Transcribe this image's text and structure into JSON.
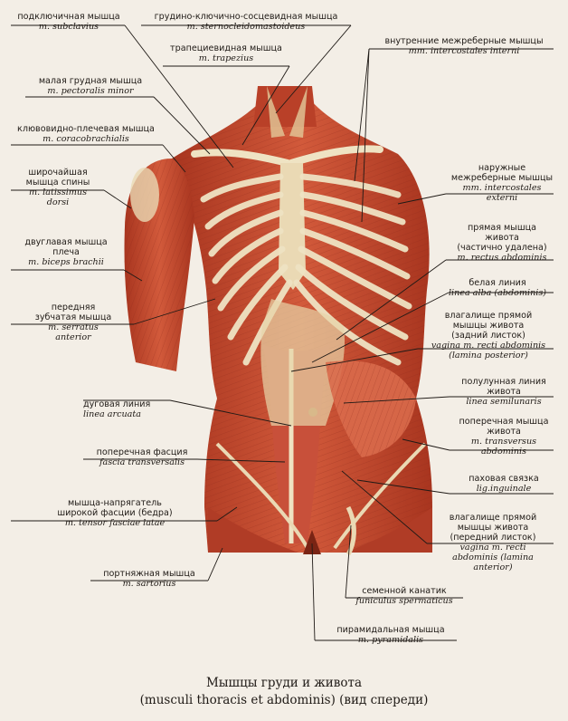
{
  "caption": {
    "line1": "Мышцы груди и живота",
    "line2": "(musculi thoracis et abdominis) (вид спереди)"
  },
  "labels": {
    "subclavius": {
      "ru": "подключичная мышца",
      "la": "m. subclavius"
    },
    "sternocleido": {
      "ru": "грудино-ключично-сосцевидная мышца",
      "la": "m. sternocleidomastoideus"
    },
    "trapezius": {
      "ru": "трапециевидная мышца",
      "la": "m. trapezius"
    },
    "pect_minor": {
      "ru": "малая грудная мышца",
      "la": "m. pectoralis minor"
    },
    "coracobrach": {
      "ru": "клювовидно-плечевая мышца",
      "la": "m. coracobrachialis"
    },
    "latissimus": {
      "ru1": "широчайшая",
      "ru2": "мышца спины",
      "la1": "m. latissimus",
      "la2": "dorsi"
    },
    "biceps": {
      "ru1": "двуглавая мышца",
      "ru2": "плеча",
      "la": "m. biceps brachii"
    },
    "serratus": {
      "ru1": "передняя",
      "ru2": "зубчатая мышца",
      "la1": "m. serratus",
      "la2": "anterior"
    },
    "arcuata": {
      "ru": "дуговая линия",
      "la": "linea arcuata"
    },
    "fascia": {
      "ru": "поперечная фасция",
      "la": "fascia transversalis"
    },
    "tensor": {
      "ru1": "мышца-напрягатель",
      "ru2": "широкой фасции (бедра)",
      "la": "m. tensor fasciae latae"
    },
    "sartorius": {
      "ru": "портняжная мышца",
      "la": "m. sartorius"
    },
    "ic_interni": {
      "ru": "внутренние межреберные мышцы",
      "la": "mm. intercostales interni"
    },
    "ic_externi": {
      "ru1": "наружные",
      "ru2": "межреберные мышцы",
      "la1": "mm. intercostales",
      "la2": "externi"
    },
    "rectus": {
      "ru1": "прямая мышца",
      "ru2": "живота",
      "ru3": "(частично удалена)",
      "la": "m. rectus abdominis"
    },
    "alba": {
      "ru": "белая линия",
      "la": "linea alba (abdominis)"
    },
    "vagina_post": {
      "ru1": "влагалище прямой",
      "ru2": "мышцы живота",
      "ru3": "(задний листок)",
      "la1": "vagina m. recti abdominis",
      "la2": "(lamina posterior)"
    },
    "semilunaris": {
      "ru1": "полулунная линия",
      "ru2": "живота",
      "la": "linea semilunaris"
    },
    "transversus": {
      "ru1": "поперечная мышца",
      "ru2": "живота",
      "la1": "m. transversus",
      "la2": "abdominis"
    },
    "inguinale": {
      "ru": "паховая связка",
      "la": "lig.inguinale"
    },
    "vagina_ant": {
      "ru1": "влагалище прямой",
      "ru2": "мышцы живота",
      "ru3": "(передний листок)",
      "la1": "vagina m. recti",
      "la2": "abdominis (lamina",
      "la3": "anterior)"
    },
    "funiculus": {
      "ru": "семенной канатик",
      "la": "funiculus spermaticus"
    },
    "pyramidalis": {
      "ru": "пирамидальная мышца",
      "la": "m. pyramidalis"
    }
  },
  "colors": {
    "muscle": "#c4452e",
    "muscle_dark": "#8e2a1c",
    "tendon": "#ead9b4",
    "bone": "#efe3c3",
    "background": "#f3eee6"
  }
}
